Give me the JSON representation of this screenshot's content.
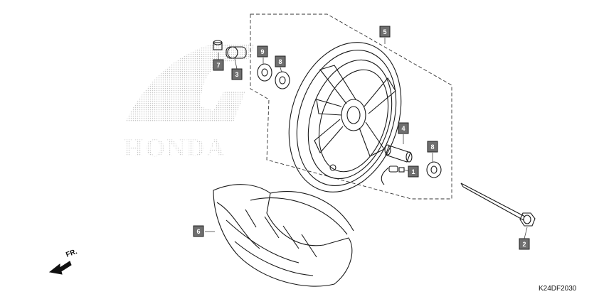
{
  "diagram_code": "K24DF2030",
  "direction_label": "FR.",
  "watermark_text": "HONDA",
  "callouts": [
    {
      "id": "p1",
      "label": "1"
    },
    {
      "id": "p2",
      "label": "2"
    },
    {
      "id": "p3",
      "label": "3"
    },
    {
      "id": "p4",
      "label": "4"
    },
    {
      "id": "p5",
      "label": "5"
    },
    {
      "id": "p6",
      "label": "6"
    },
    {
      "id": "p7",
      "label": "7"
    },
    {
      "id": "p8a",
      "label": "8"
    },
    {
      "id": "p8b",
      "label": "8"
    },
    {
      "id": "p9",
      "label": "9"
    }
  ]
}
